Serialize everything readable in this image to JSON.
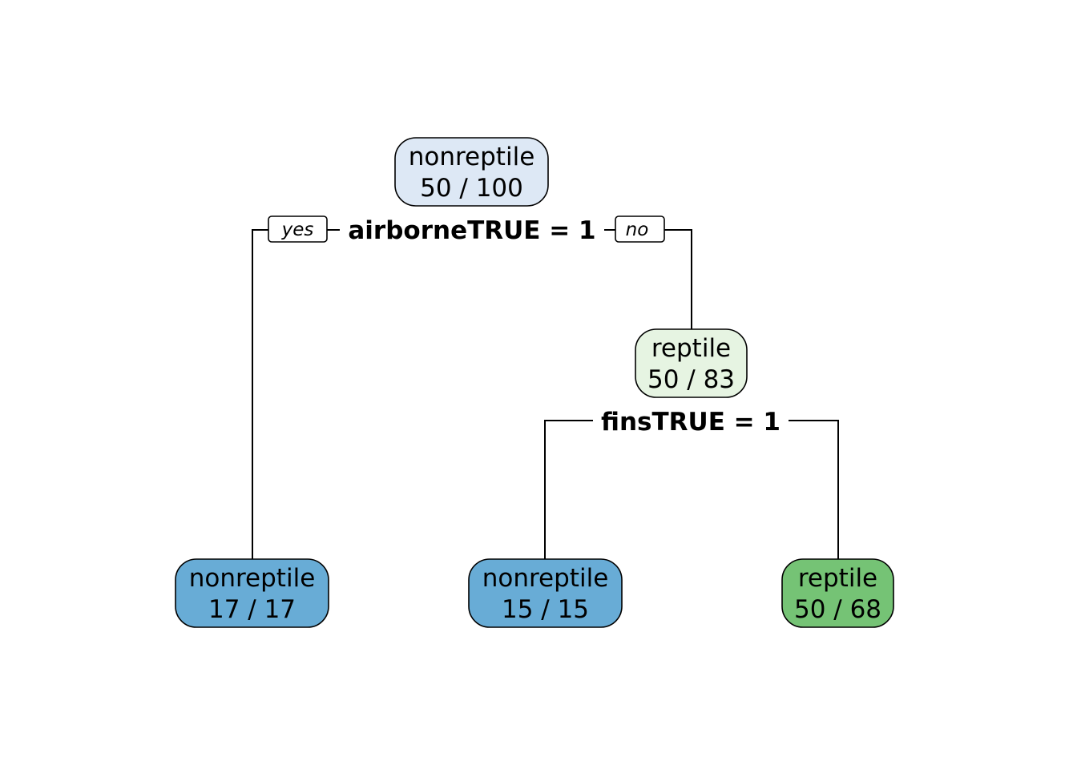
{
  "tree": {
    "root": {
      "label": "nonreptile",
      "counts": "50 / 100",
      "fill": "#dde8f5",
      "split": "airborneTRUE = 1",
      "yes_label": "yes",
      "no_label": "no"
    },
    "internal": {
      "label": "reptile",
      "counts": "50 / 83",
      "fill": "#e6f4e2",
      "split": "finsTRUE = 1"
    },
    "leaves": [
      {
        "label": "nonreptile",
        "counts": "17 / 17",
        "fill": "#68acd6"
      },
      {
        "label": "nonreptile",
        "counts": "15 / 15",
        "fill": "#68acd6"
      },
      {
        "label": "reptile",
        "counts": "50 / 68",
        "fill": "#75c375"
      }
    ]
  }
}
